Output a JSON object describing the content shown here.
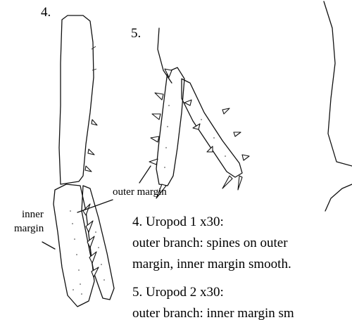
{
  "figure": {
    "fig4_number": "4.",
    "fig5_number": "5.",
    "labels": {
      "outer_margin": "outer margin",
      "inner_margin_line1": "inner",
      "inner_margin_line2": "margin"
    },
    "captions": {
      "caption4_title": "4. Uropod 1 x30:",
      "caption4_line1": "outer branch: spines on outer",
      "caption4_line2": "margin, inner margin smooth.",
      "caption5_title": "5. Uropod 2 x30:",
      "caption5_line1": "outer branch: inner margin sm"
    }
  }
}
